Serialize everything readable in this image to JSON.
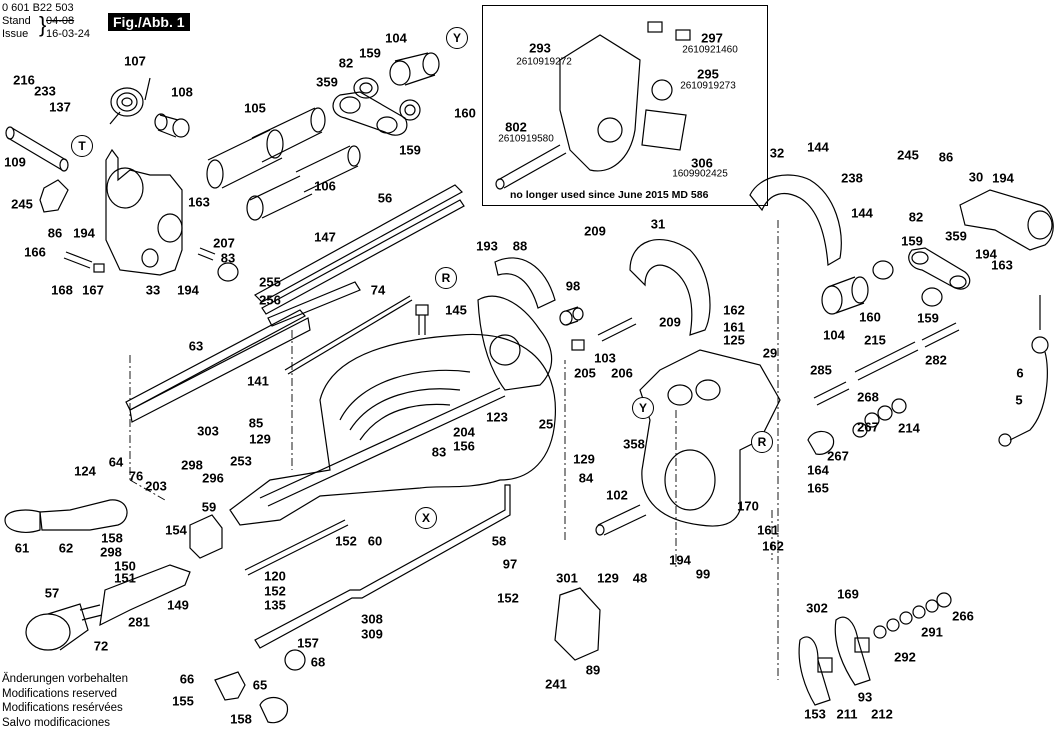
{
  "header": {
    "doc_number": "0 601 B22 503",
    "stand_label": "Stand",
    "issue_label": "Issue",
    "old_date": "04-08",
    "issue_date": "16-03-24",
    "figure_label": "Fig./Abb. 1"
  },
  "inset": {
    "note": "no longer used since June 2015   MD 586",
    "parts": [
      {
        "ref": "293",
        "part_no": "2610919272"
      },
      {
        "ref": "297",
        "part_no": "2610921460"
      },
      {
        "ref": "295",
        "part_no": "2610919273"
      },
      {
        "ref": "802",
        "part_no": "2610919580"
      },
      {
        "ref": "306",
        "part_no": "1609902425"
      }
    ]
  },
  "reference_markers": [
    "T",
    "Y",
    "R",
    "X",
    "Y",
    "R"
  ],
  "part_labels": [
    "216",
    "233",
    "137",
    "107",
    "108",
    "109",
    "245",
    "86",
    "194",
    "163",
    "166",
    "168",
    "167",
    "33",
    "194",
    "207",
    "83",
    "105",
    "82",
    "159",
    "104",
    "359",
    "160",
    "159",
    "106",
    "56",
    "147",
    "255",
    "256",
    "74",
    "145",
    "63",
    "141",
    "193",
    "88",
    "98",
    "209",
    "31",
    "32",
    "144",
    "238",
    "144",
    "245",
    "86",
    "30",
    "194",
    "82",
    "359",
    "194",
    "163",
    "159",
    "162",
    "161",
    "125",
    "29",
    "209",
    "205",
    "103",
    "206",
    "104",
    "160",
    "159",
    "215",
    "282",
    "6",
    "5",
    "285",
    "268",
    "267",
    "214",
    "267",
    "164",
    "165",
    "170",
    "161",
    "162",
    "194",
    "99",
    "48",
    "129",
    "102",
    "84",
    "129",
    "358",
    "123",
    "204",
    "156",
    "83",
    "25",
    "85",
    "129",
    "303",
    "298",
    "296",
    "253",
    "64",
    "76",
    "203",
    "124",
    "61",
    "62",
    "158",
    "298",
    "154",
    "59",
    "150",
    "151",
    "149",
    "281",
    "57",
    "72",
    "152",
    "60",
    "58",
    "97",
    "152",
    "120",
    "152",
    "135",
    "308",
    "309",
    "157",
    "68",
    "66",
    "155",
    "65",
    "158",
    "301",
    "89",
    "241",
    "302",
    "169",
    "266",
    "291",
    "292",
    "153",
    "211",
    "93",
    "212"
  ],
  "footer": {
    "lines": [
      "Änderungen vorbehalten",
      "Modifications reserved",
      "Modifications resérvées",
      "Salvo modificaciones"
    ]
  }
}
